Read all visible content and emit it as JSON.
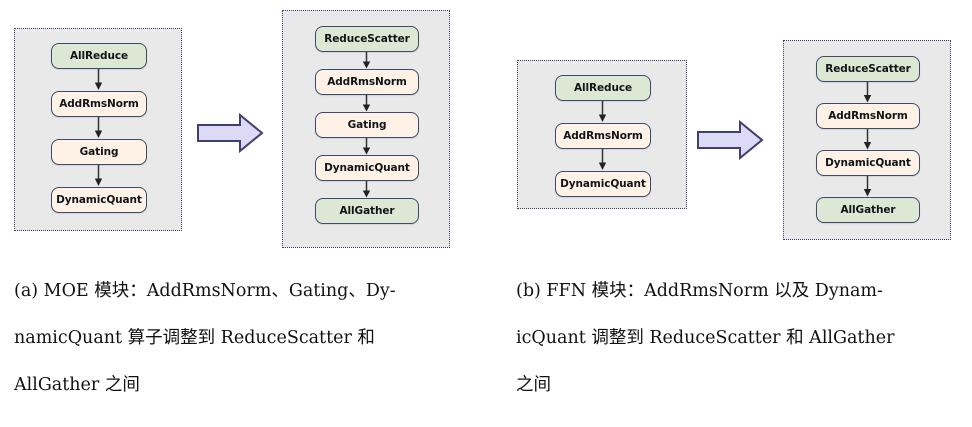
{
  "figure": {
    "colors": {
      "group_fill": "#e9e9e9",
      "group_border": "#3a3f6e",
      "comm_node_fill": "#dde8d4",
      "compute_node_fill": "#fdf2e5",
      "node_border": "#3d4a6b",
      "transform_arrow_fill": "#ded9f5",
      "transform_arrow_border": "#3f3f70",
      "connector_color": "#333333",
      "page_background": "#ffffff",
      "text_color": "#111111"
    },
    "panels": [
      {
        "id": "a",
        "label": "(a)",
        "before": {
          "name": "moe-before-group",
          "nodes": [
            {
              "label": "AllReduce",
              "kind": "comm"
            },
            {
              "label": "AddRmsNorm",
              "kind": "compute"
            },
            {
              "label": "Gating",
              "kind": "compute"
            },
            {
              "label": "DynamicQuant",
              "kind": "compute"
            }
          ]
        },
        "transform_arrow": {
          "name": "transform-arrow-a",
          "direction": "right"
        },
        "after": {
          "name": "moe-after-group",
          "nodes": [
            {
              "label": "ReduceScatter",
              "kind": "comm"
            },
            {
              "label": "AddRmsNorm",
              "kind": "compute"
            },
            {
              "label": "Gating",
              "kind": "compute"
            },
            {
              "label": "DynamicQuant",
              "kind": "compute"
            },
            {
              "label": "AllGather",
              "kind": "comm"
            }
          ]
        },
        "caption_lines": [
          "(a) MOE 模块：AddRmsNorm、Gating、Dy-",
          "namicQuant 算子调整到 ReduceScatter 和",
          "AllGather 之间"
        ]
      },
      {
        "id": "b",
        "label": "(b)",
        "before": {
          "name": "ffn-before-group",
          "nodes": [
            {
              "label": "AllReduce",
              "kind": "comm"
            },
            {
              "label": "AddRmsNorm",
              "kind": "compute"
            },
            {
              "label": "DynamicQuant",
              "kind": "compute"
            }
          ]
        },
        "transform_arrow": {
          "name": "transform-arrow-b",
          "direction": "right"
        },
        "after": {
          "name": "ffn-after-group",
          "nodes": [
            {
              "label": "ReduceScatter",
              "kind": "comm"
            },
            {
              "label": "AddRmsNorm",
              "kind": "compute"
            },
            {
              "label": "DynamicQuant",
              "kind": "compute"
            },
            {
              "label": "AllGather",
              "kind": "comm"
            }
          ]
        },
        "caption_lines": [
          "(b) FFN 模块：AddRmsNorm 以及 Dynam-",
          "icQuant 调整到 ReduceScatter 和 AllGather",
          "之间"
        ]
      }
    ]
  }
}
